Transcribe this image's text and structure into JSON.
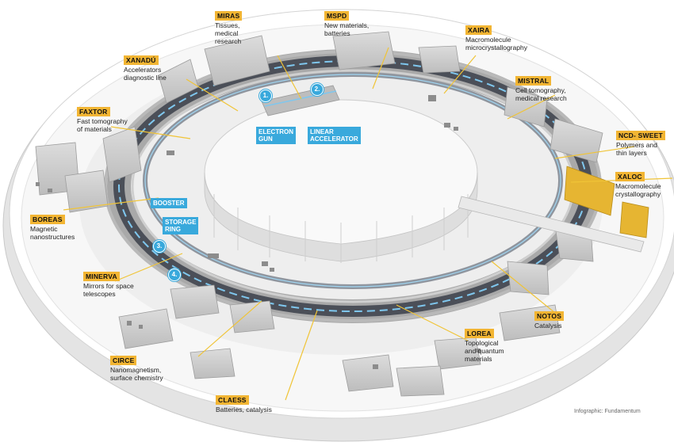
{
  "stations": {
    "miras": {
      "name": "MIRAS",
      "desc": "Tissues,\nmedical\nresearch"
    },
    "mspd": {
      "name": "MSPD",
      "desc": "New materials,\nbatteries"
    },
    "xaira": {
      "name": "XAIRA",
      "desc": "Macromolecule\nmicrocrystallography"
    },
    "xanadu": {
      "name": "XANADÚ",
      "desc": "Accelerators\ndiagnostic line"
    },
    "mistral": {
      "name": "MISTRAL",
      "desc": "Cell tomography,\nmedical research"
    },
    "faxtor": {
      "name": "FAXTOR",
      "desc": "Fast tomography\nof materials"
    },
    "ncd_sweet": {
      "name": "NCD- SWEET",
      "desc": "Polymers and\nthin layers"
    },
    "xaloc": {
      "name": "XALOC",
      "desc": "Macromolecule\ncrystallography"
    },
    "boreas": {
      "name": "BOREAS",
      "desc": "Magnetic\nnanostructures"
    },
    "minerva": {
      "name": "MINERVA",
      "desc": "Mirrors for space\ntelescopes"
    },
    "notos": {
      "name": "NOTOS",
      "desc": "Catalysis"
    },
    "lorea": {
      "name": "LOREA",
      "desc": "Topological\nand quantum\nmaterials"
    },
    "circe": {
      "name": "CIRCE",
      "desc": "Nanomagnetism,\nsurface chemistry"
    },
    "claess": {
      "name": "CLAESS",
      "desc": "Batteries, catalysis"
    }
  },
  "components": {
    "electron_gun": {
      "number": "1.",
      "label": "ELECTRON\nGUN"
    },
    "linear_accelerator": {
      "number": "2.",
      "label": "LINEAR\nACCELERATOR"
    },
    "booster": {
      "number": "3.",
      "label": "BOOSTER"
    },
    "storage_ring": {
      "number": "4.",
      "label": "STORAGE\nRING"
    }
  },
  "credit": "Infographic: Fundamentum",
  "colors": {
    "station_tag": "#f2b533",
    "component_tag": "#39a9dc",
    "highlight_station": "#e6b532"
  }
}
